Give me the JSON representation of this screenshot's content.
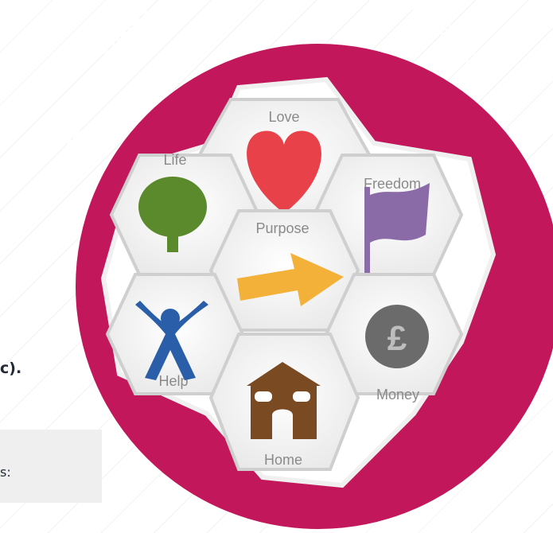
{
  "title": "7 Keys to Citizenship – Why we do what we do",
  "cropped_text_1": "c).",
  "cropped_text_2": "s:",
  "keys": [
    {
      "name": "Love",
      "icon": "heart-icon"
    },
    {
      "name": "Life",
      "icon": "tree-icon"
    },
    {
      "name": "Freedom",
      "icon": "flag-icon"
    },
    {
      "name": "Purpose",
      "icon": "arrow-icon"
    },
    {
      "name": "Help",
      "icon": "person-icon"
    },
    {
      "name": "Money",
      "icon": "pound-coin-icon"
    },
    {
      "name": "Home",
      "icon": "house-icon"
    }
  ],
  "colors": {
    "circle": "#c2185b",
    "heart": "#e8414a",
    "tree": "#5a8a2b",
    "flag": "#8a6ba8",
    "arrow": "#f4b13a",
    "person": "#2a5ea8",
    "coin": "#6b6b6b",
    "house": "#7a4a22"
  }
}
